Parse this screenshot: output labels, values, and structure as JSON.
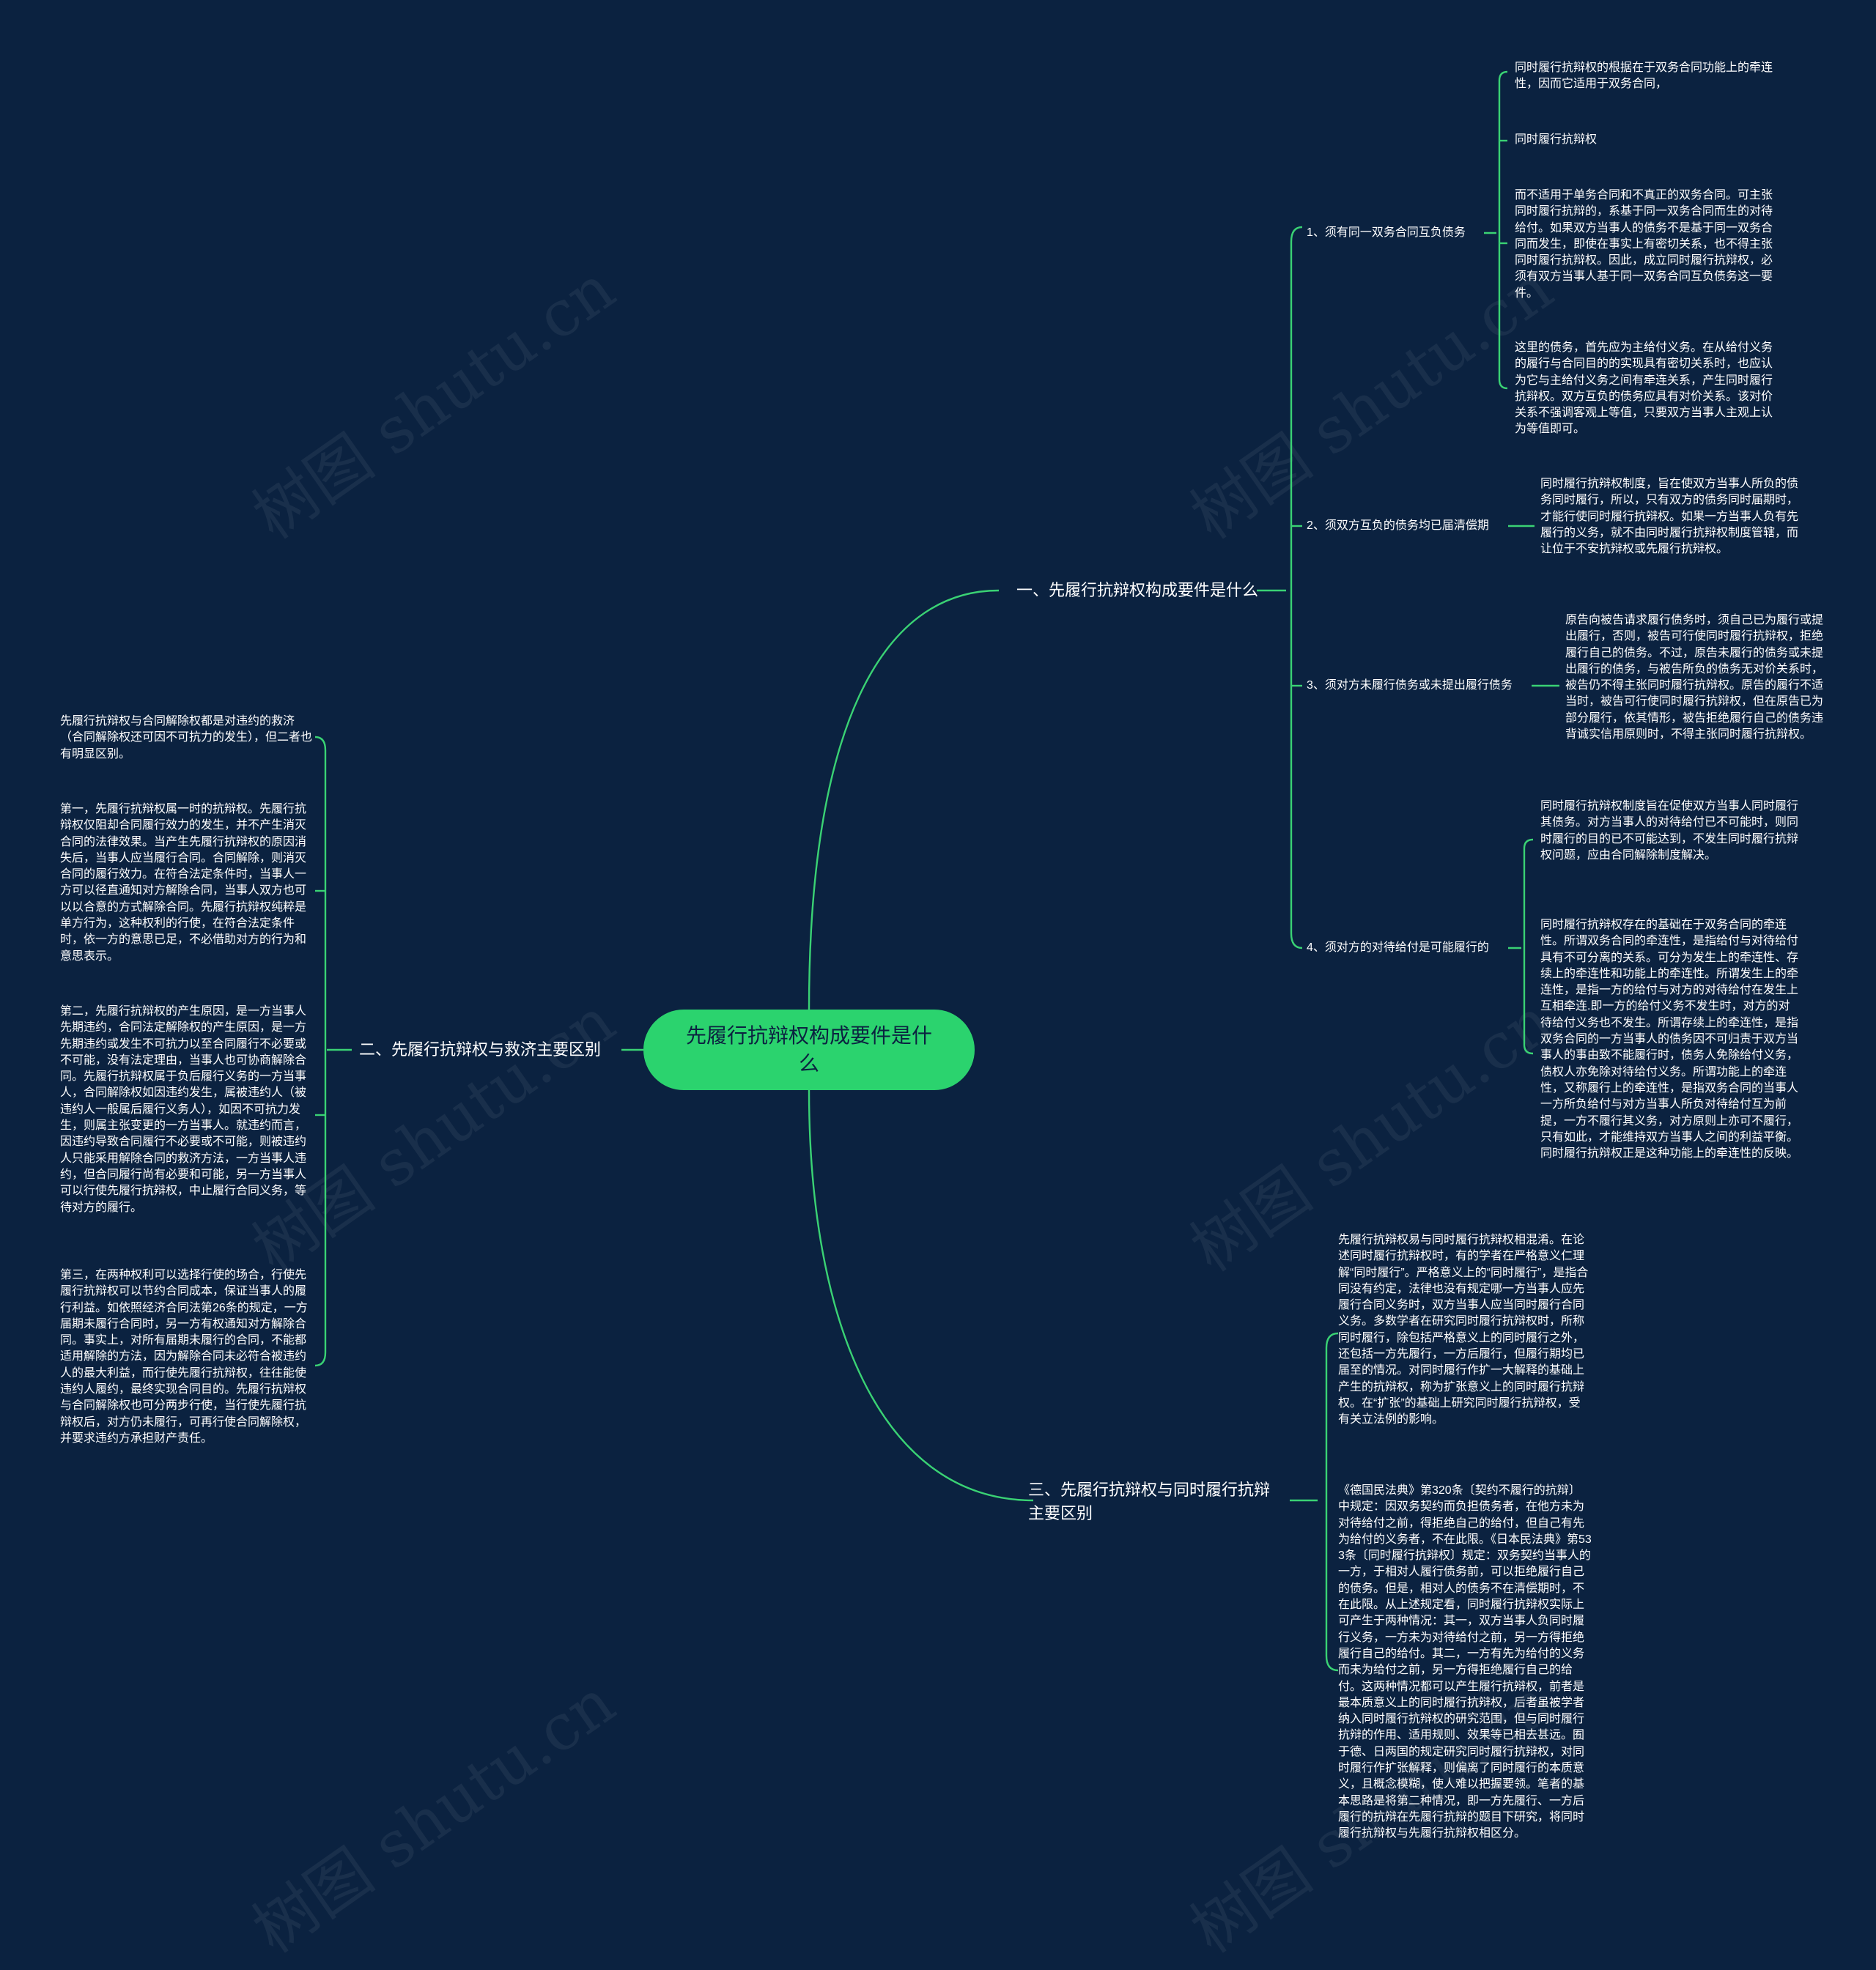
{
  "watermark": "树图 shutu.cn",
  "colors": {
    "background": "#0b2240",
    "root_fill": "#2bd36e",
    "connector": "#3ad274",
    "text": "#ffffff"
  },
  "root": {
    "label": "先履行抗辩权构成要件是什么"
  },
  "branches": [
    {
      "label": "一、先履行抗辩权构成要件是什么",
      "children": [
        {
          "label": "1、须有同一双务合同互负债务",
          "leaves": [
            "同时履行抗辩权的根据在于双务合同功能上的牵连性，因而它适用于双务合同，",
            "同时履行抗辩权",
            "而不适用于单务合同和不真正的双务合同。可主张同时履行抗辩的，系基于同一双务合同而生的对待给付。如果双方当事人的债务不是基于同一双务合同而发生，即使在事实上有密切关系，也不得主张同时履行抗辩权。因此，成立同时履行抗辩权，必须有双方当事人基于同一双务合同互负债务这一要件。",
            "这里的债务，首先应为主给付义务。在从给付义务的履行与合同目的的实现具有密切关系时，也应认为它与主给付义务之间有牵连关系，产生同时履行抗辩权。双方互负的债务应具有对价关系。该对价关系不强调客观上等值，只要双方当事人主观上认为等值即可。"
          ]
        },
        {
          "label": "2、须双方互负的债务均已届清偿期",
          "leaves": [
            "同时履行抗辩权制度，旨在使双方当事人所负的债务同时履行，所以，只有双方的债务同时届期时，才能行使同时履行抗辩权。如果一方当事人负有先履行的义务，就不由同时履行抗辩权制度管辖，而让位于不安抗辩权或先履行抗辩权。"
          ]
        },
        {
          "label": "3、须对方未履行债务或未提出履行债务",
          "leaves": [
            "原告向被告请求履行债务时，须自己已为履行或提出履行，否则，被告可行使同时履行抗辩权，拒绝履行自己的债务。不过，原告未履行的债务或未提出履行的债务，与被告所负的债务无对价关系时，被告仍不得主张同时履行抗辩权。原告的履行不适当时，被告可行使同时履行抗辩权，但在原告已为部分履行，依其情形，被告拒绝履行自己的债务违背诚实信用原则时，不得主张同时履行抗辩权。"
          ]
        },
        {
          "label": "4、须对方的对待给付是可能履行的",
          "leaves": [
            "同时履行抗辩权制度旨在促使双方当事人同时履行其债务。对方当事人的对待给付已不可能时，则同时履行的目的已不可能达到，不发生同时履行抗辩权问题，应由合同解除制度解决。",
            "同时履行抗辩权存在的基础在于双务合同的牵连性。所谓双务合同的牵连性，是指给付与对待给付具有不可分离的关系。可分为发生上的牵连性、存续上的牵连性和功能上的牵连性。所谓发生上的牵连性，是指一方的给付与对方的对待给付在发生上互相牵连.即一方的给付义务不发生时，对方的对待给付义务也不发生。所谓存续上的牵连性，是指双务合同的一方当事人的债务因不可归责于双方当事人的事由致不能履行时，债务人免除给付义务，债权人亦免除对待给付义务。所谓功能上的牵连性，又称履行上的牵连性，是指双务合同的当事人一方所负给付与对方当事人所负对待给付互为前提，一方不履行其义务，对方原则上亦可不履行，只有如此，才能维持双方当事人之间的利益平衡。同时履行抗辩权正是这种功能上的牵连性的反映。"
          ]
        }
      ]
    },
    {
      "label": "二、先履行抗辩权与救济主要区别",
      "leaves": [
        "先履行抗辩权与合同解除权都是对违约的救济（合同解除权还可因不可抗力的发生），但二者也有明显区别。",
        "第一，先履行抗辩权属一时的抗辩权。先履行抗辩权仅阻却合同履行效力的发生，并不产生消灭合同的法律效果。当产生先履行抗辩权的原因消失后，当事人应当履行合同。合同解除，则消灭合同的履行效力。在符合法定条件时，当事人一方可以径直通知对方解除合同，当事人双方也可以以合意的方式解除合同。先履行抗辩权纯粹是单方行为，这种权利的行使，在符合法定条件时，依一方的意思已足，不必借助对方的行为和意思表示。",
        "第二，先履行抗辩权的产生原因，是一方当事人先期违约，合同法定解除权的产生原因，是一方先期违约或发生不可抗力以至合同履行不必要或不可能，没有法定理由，当事人也可协商解除合同。先履行抗辩权属于负后履行义务的一方当事人，合同解除权如因违约发生，属被违约人（被违约人一般属后履行义务人），如因不可抗力发生，则属主张变更的一方当事人。就违约而言，因违约导致合同履行不必要或不可能，则被违约人只能采用解除合同的救济方法，一方当事人违约，但合同履行尚有必要和可能，另一方当事人可以行使先履行抗辩权，中止履行合同义务，等待对方的履行。",
        "第三，在两种权利可以选择行使的场合，行使先履行抗辩权可以节约合同成本，保证当事人的履行利益。如依照经济合同法第26条的规定，一方届期未履行合同时，另一方有权通知对方解除合同。事实上，对所有届期未履行的合同，不能都适用解除的方法，因为解除合同未必符合被违约人的最大利益，而行使先履行抗辩权，往往能使违约人履约，最终实现合同目的。先履行抗辩权与合同解除权也可分两步行使，当行使先履行抗辩权后，对方仍未履行，可再行使合同解除权，并要求违约方承担财产责任。"
      ]
    },
    {
      "label": "三、先履行抗辩权与同时履行抗辩主要区别",
      "leaves": [
        "先履行抗辩权易与同时履行抗辩权相混淆。在论述同时履行抗辩权时，有的学者在严格意义仁理解“同时履行”。严格意义上的“同时履行”，是指合同没有约定，法律也没有规定哪一方当事人应先履行合同义务时，双方当事人应当同时履行合同义务。多数学者在研究同时履行抗辩权时，所称同时履行，除包括严格意义上的同时履行之外，还包括一方先履行，一方后履行，但履行期均已届至的情况。对同时履行作扩一大解释的基础上产生的抗辩权，称为扩张意义上的同时履行抗辩权。在“扩张”的基础上研究同时履行抗辩权，受有关立法例的影响。",
        "《德国民法典》第320条〔契约不履行的抗辩〕中规定：因双务契约而负担债务者，在他方未为对待给付之前，得拒绝自己的给付，但自己有先为给付的义务者，不在此限。《日本民法典》第533条〔同时履行抗辩权〕规定：双务契约当事人的一方，于相对人履行债务前，可以拒绝履行自己的债务。但是，相对人的债务不在清偿期时，不在此限。从上述规定看，同时履行抗辩权实际上可产生于两种情况：其一，双方当事人负同时履行义务，一方未为对待给付之前，另一方得拒绝履行自己的给付。其二，一方有先为给付的义务而未为给付之前，另一方得拒绝履行自己的给付。这两种情况都可以产生履行抗辩权，前者是最本质意义上的同时履行抗辩权，后者虽被学者纳入同时履行抗辩权的研究范围，但与同时履行抗辩的作用、适用规则、效果等已相去甚远。囿于德、日两国的规定研究同时履行抗辩权，对同时履行作扩张解释，则偏离了同时履行的本质意义，且概念模糊，使人难以把握要领。笔者的基本思路是将第二种情况，即一方先履行、一方后履行的抗辩在先履行抗辩的题目下研究，将同时履行抗辩权与先履行抗辩权相区分。"
      ]
    }
  ]
}
